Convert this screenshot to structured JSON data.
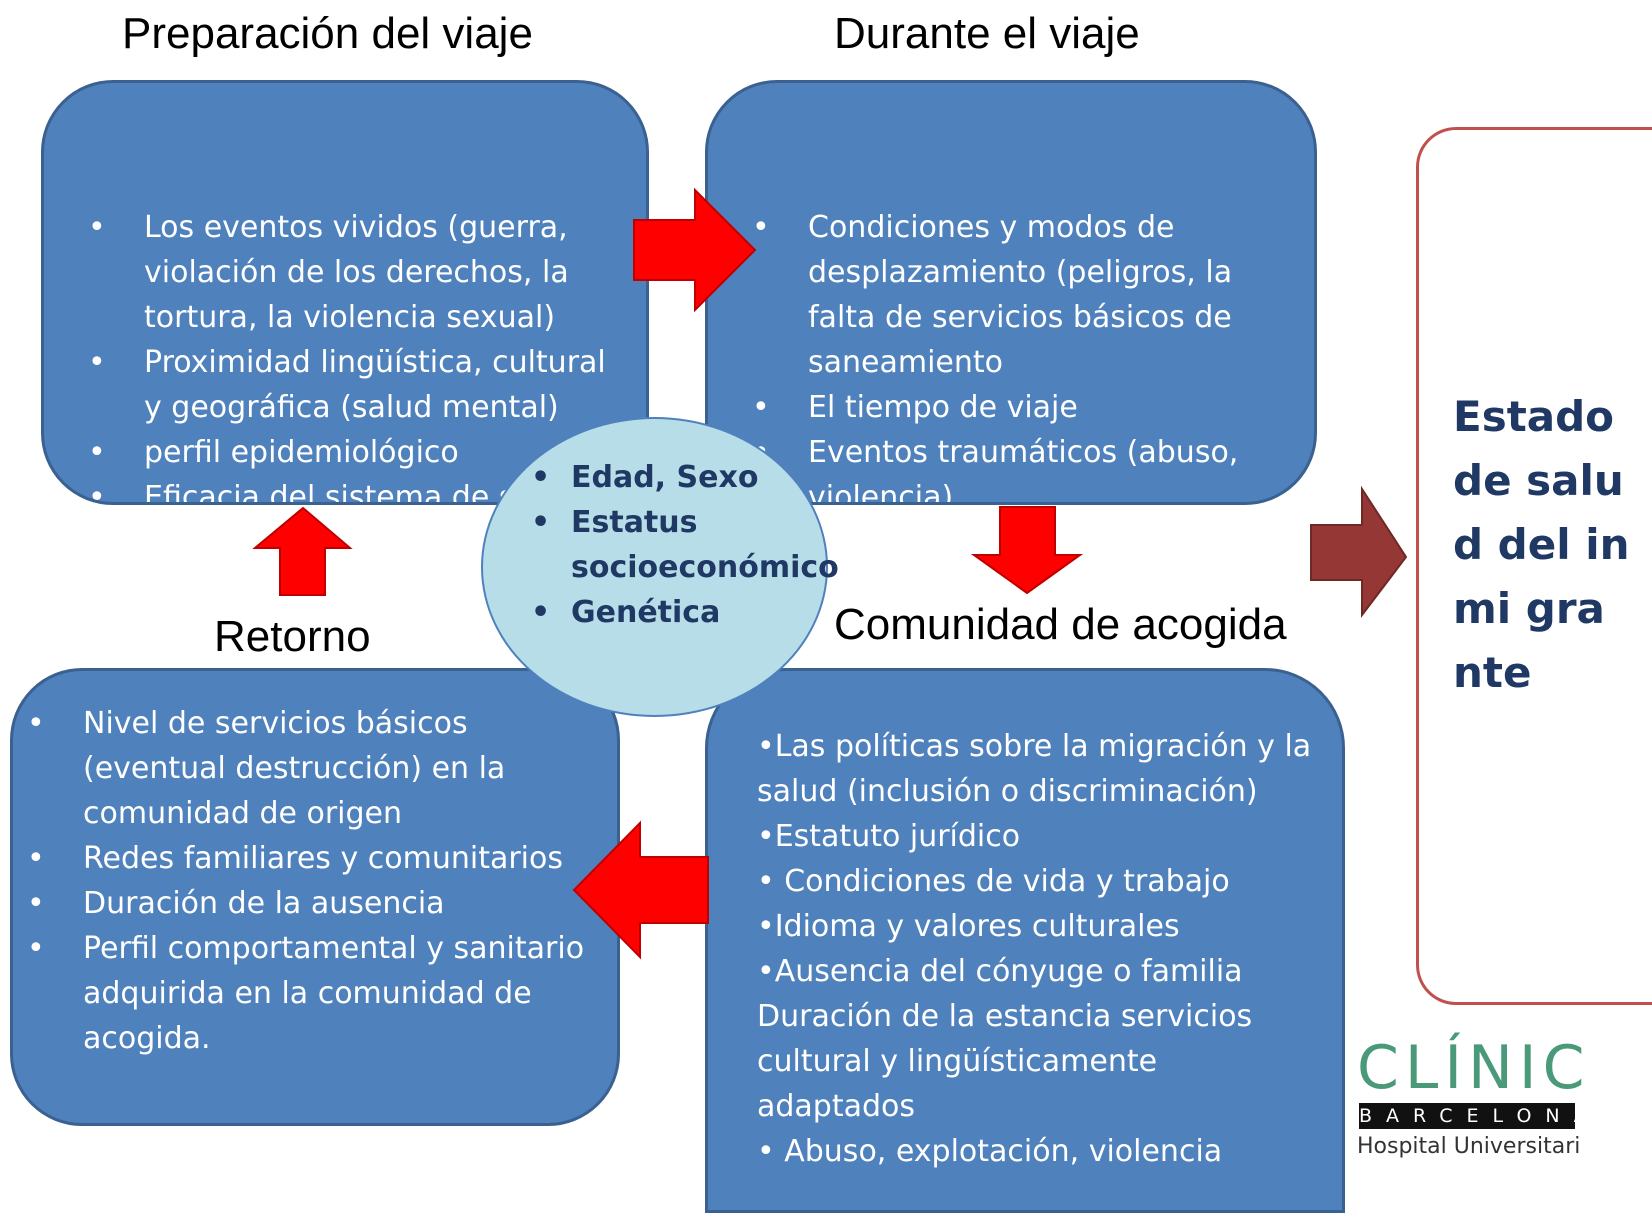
{
  "titles": {
    "preparacion": "Preparación del viaje",
    "durante": "Durante el viaje",
    "retorno": "Retorno",
    "comunidad": "Comunidad de acogida"
  },
  "preparacion_items": [
    " Los eventos vividos (guerra, violación de los derechos, la tortura, la violencia sexual)",
    "Proximidad lingüística, cultural y geográfica (salud mental)",
    " perfil epidemiológico",
    "Eficacia del sistema de salud"
  ],
  "durante_items": [
    "Condiciones y modos de desplazamiento (peligros, la falta de servicios básicos de saneamiento",
    "El tiempo de viaje",
    "Eventos traumáticos (abuso, violencia)"
  ],
  "retorno_items": [
    "Nivel  de servicios básicos (eventual destrucción) en la comunidad de origen",
    " Redes familiares y comunitarios",
    "Duración de la ausencia",
    "Perfil  comportamental  y sanitario adquirida en la comunidad de acogida."
  ],
  "comunidad_lines": [
    "•Las políticas sobre la migración y la salud (inclusión o discriminación)",
    "•Estatuto jurídico",
    "• Condiciones de vida y trabajo",
    "•Idioma y valores culturales",
    "•Ausencia del cónyuge o familia Duración de la estancia servicios cultural y lingüísticamente adaptados",
    "• Abuso,  explotación, violencia"
  ],
  "center_items": [
    "Edad, Sexo",
    " Estatus socioeconómico",
    "Genética"
  ],
  "status_label": "Estado de salud del inmi grante",
  "logo": {
    "main": "CLÍNIC",
    "sub": "BARCELONA",
    "hospital": "Hospital Universitari"
  },
  "colors": {
    "box": "#4f81bd",
    "arrow": "#ff0000",
    "status_arrow": "#953735",
    "ellipse": "#b7dde8"
  }
}
